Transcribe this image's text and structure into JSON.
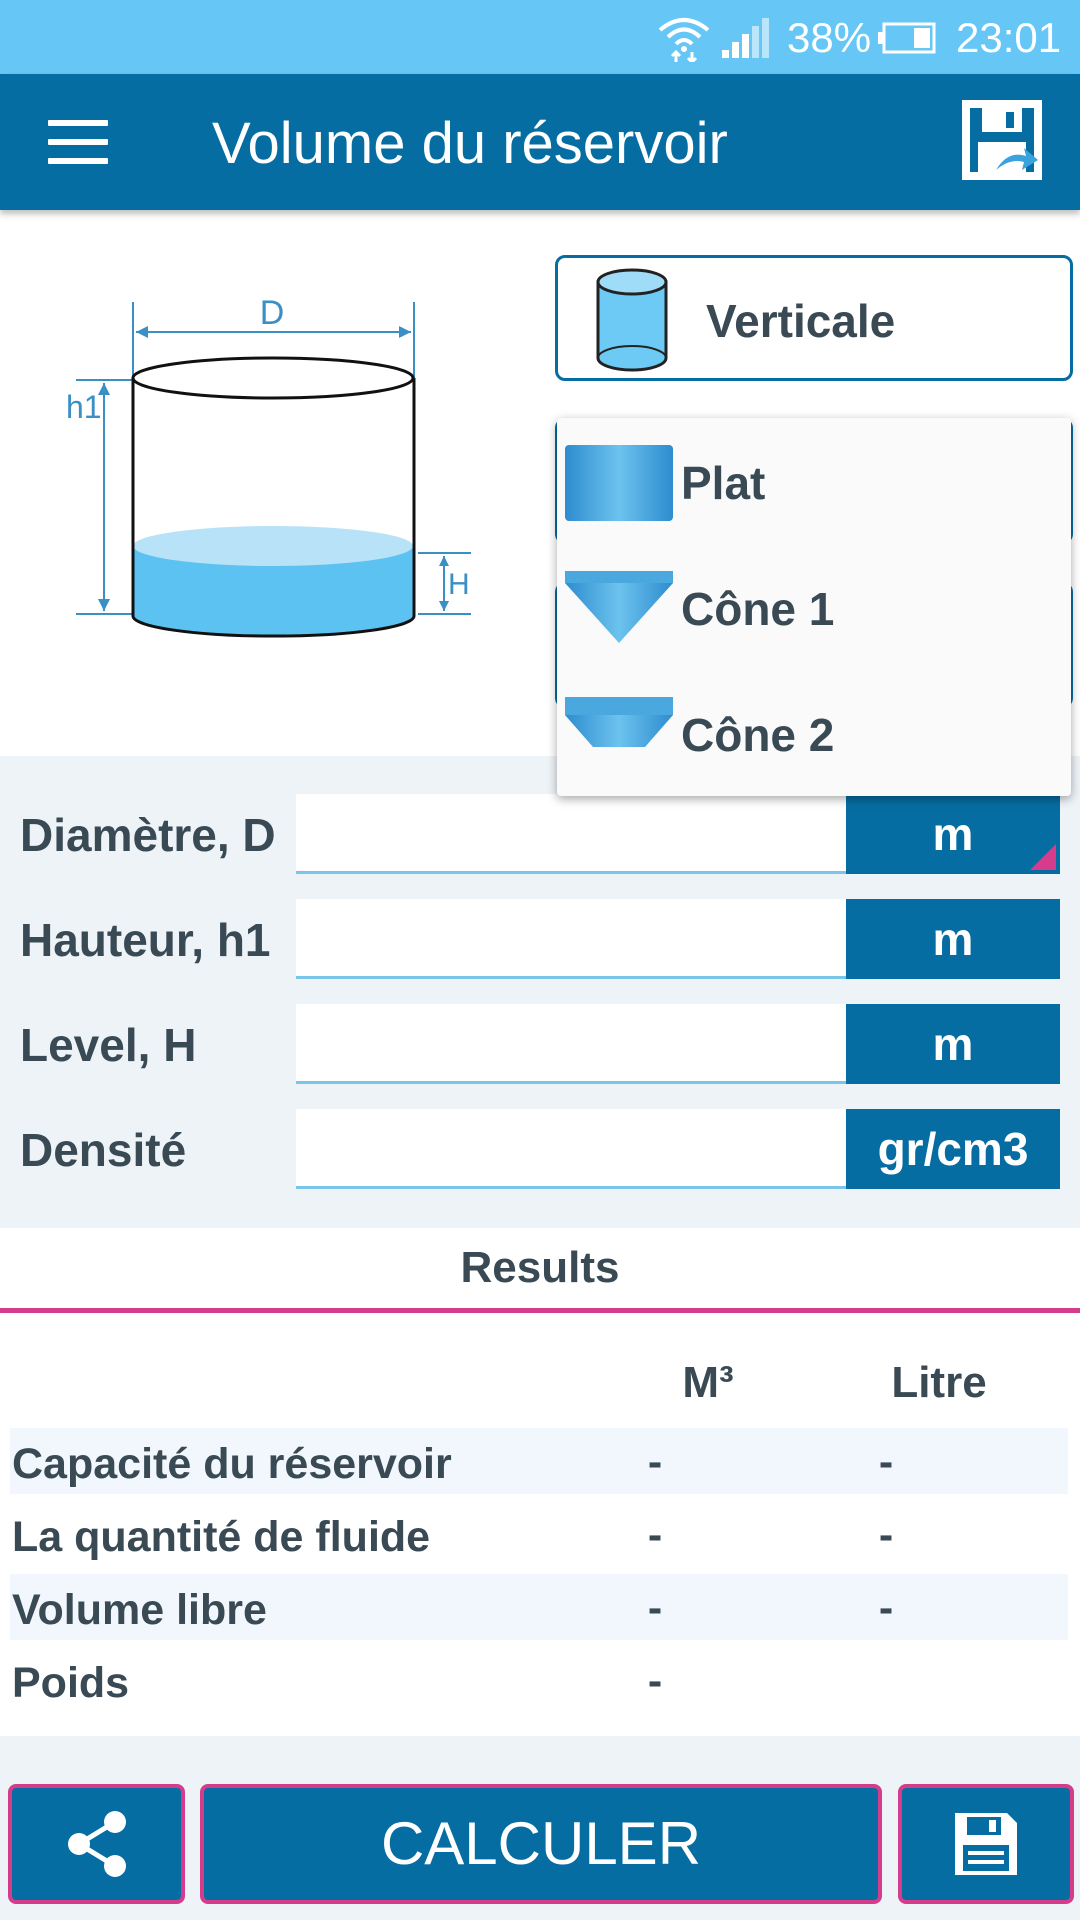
{
  "status_bar": {
    "battery": "38%",
    "time": "23:01"
  },
  "app_bar": {
    "title": "Volume du réservoir"
  },
  "diagram": {
    "label_d": "D",
    "label_h1": "h1",
    "label_h": "H"
  },
  "orientation": {
    "selected": "Verticale"
  },
  "dropdown": {
    "options": [
      "Plat",
      "Cône 1",
      "Cône 2"
    ]
  },
  "inputs": [
    {
      "label": "Diamètre, D",
      "value": "",
      "unit": "m"
    },
    {
      "label": "Hauteur, h1",
      "value": "",
      "unit": "m"
    },
    {
      "label": "Level, H",
      "value": "",
      "unit": "m"
    },
    {
      "label": "Densité",
      "value": "",
      "unit": "gr/cm3"
    }
  ],
  "results": {
    "title": "Results",
    "col_m3": "M³",
    "col_litre": "Litre",
    "rows": [
      {
        "label": "Capacité du réservoir",
        "m3": "-",
        "litre": "-"
      },
      {
        "label": "La quantité de fluide",
        "m3": "-",
        "litre": "-"
      },
      {
        "label": "Volume libre",
        "m3": "-",
        "litre": "-"
      },
      {
        "label": "Poids",
        "m3": "-",
        "litre": ""
      }
    ]
  },
  "bottom": {
    "calc_label": "CALCULER"
  },
  "colors": {
    "primary": "#066da2",
    "accent": "#d63c8c",
    "status": "#66c7f7",
    "water": "#5bc2f2"
  }
}
